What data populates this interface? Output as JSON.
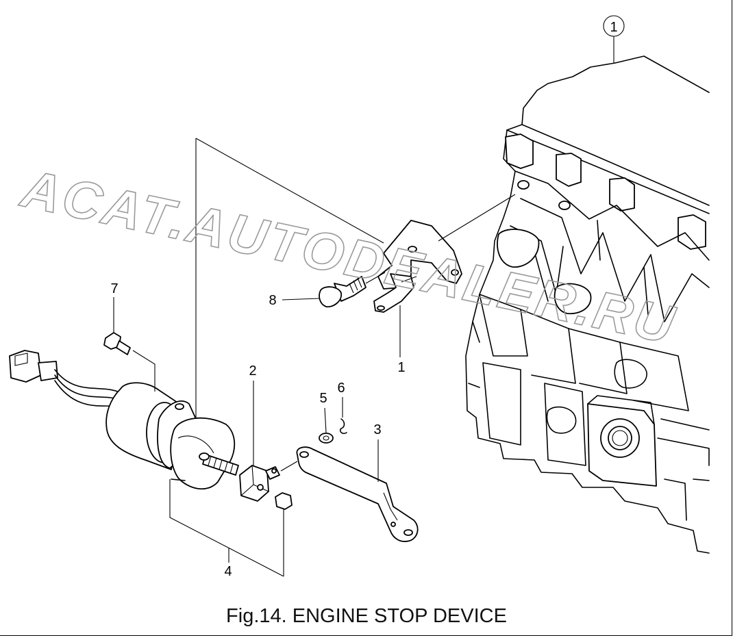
{
  "figure": {
    "caption": "Fig.14.  ENGINE STOP DEVICE",
    "watermark": "ACAT.AUTODEALER.RU",
    "callouts": {
      "assembly_ref": "1",
      "bracket": "1",
      "stop_solenoid_joint": "2",
      "link_lever": "3",
      "solenoid_assembly": "4",
      "washer": "5",
      "snap_pin": "6",
      "solenoid_bolt": "7",
      "bracket_bolt": "8"
    }
  }
}
